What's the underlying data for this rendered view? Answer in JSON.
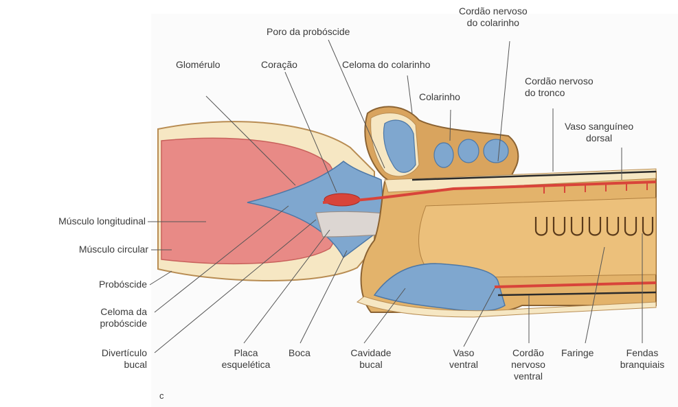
{
  "panel_letter": "c",
  "labels": {
    "glomerulo": "Glomérulo",
    "coracao": "Coração",
    "poro": "Poro da probóscide",
    "celoma_colarinho": "Celoma do colarinho",
    "cordao_colarinho": [
      "Cordão nervoso",
      "do colarinho"
    ],
    "colarinho": "Colarinho",
    "cordao_tronco": [
      "Cordão nervoso",
      "do tronco"
    ],
    "vaso_dorsal": [
      "Vaso sanguíneo",
      "dorsal"
    ],
    "musculo_longitudinal": "Músculo longitudinal",
    "musculo_circular": "Músculo circular",
    "probocide": "Probóscide",
    "celoma_proboscide": [
      "Celoma da",
      "probóscide"
    ],
    "diverticulo": [
      "Divertículo",
      "bucal"
    ],
    "placa": [
      "Placa",
      "esquelética"
    ],
    "boca": "Boca",
    "cavidade": [
      "Cavidade",
      "bucal"
    ],
    "vaso_ventral": [
      "Vaso",
      "ventral"
    ],
    "cordao_ventral": [
      "Cordão",
      "nervoso",
      "ventral"
    ],
    "faringe": "Faringe",
    "fendas": [
      "Fendas",
      "branquiais"
    ]
  },
  "colors": {
    "muscle": "#e88a86",
    "coelom_blue": "#7fa7cf",
    "tan": "#d9a45e",
    "cream": "#f6e7c3",
    "blood_red": "#d8443a",
    "nerve": "#2a2a2a"
  }
}
